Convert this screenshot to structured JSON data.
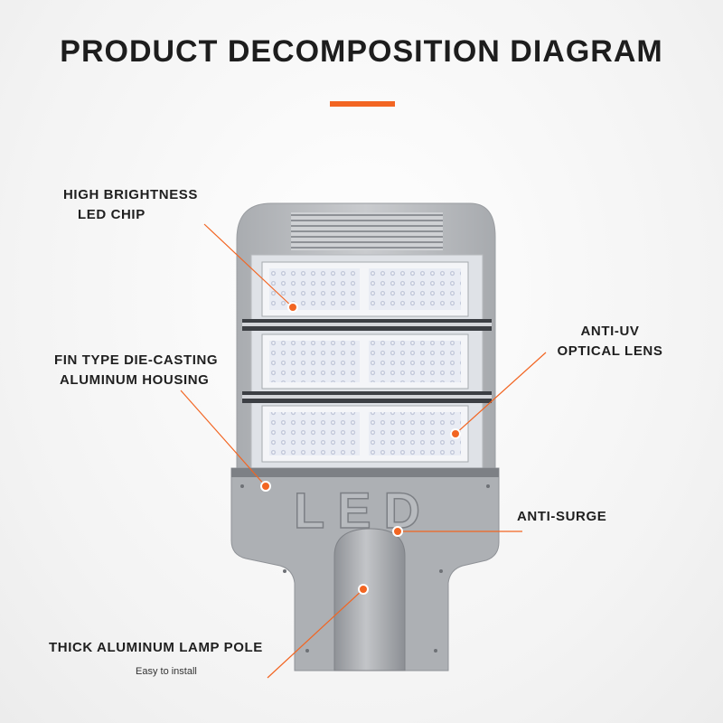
{
  "title": "PRODUCT DECOMPOSITION DIAGRAM",
  "accent_color": "#f26522",
  "product": {
    "emboss_text": "LED"
  },
  "callouts": {
    "chip": {
      "line1": "HIGH BRIGHTNESS",
      "line2": "LED CHIP"
    },
    "housing": {
      "line1": "FIN TYPE DIE-CASTING",
      "line2": "ALUMINUM HOUSING"
    },
    "lens": {
      "line1": "ANTI-UV",
      "line2": "OPTICAL LENS"
    },
    "surge": {
      "line1": "ANTI-SURGE"
    },
    "pole": {
      "line1": "THICK ALUMINUM LAMP POLE",
      "sub": "Easy to install"
    }
  }
}
